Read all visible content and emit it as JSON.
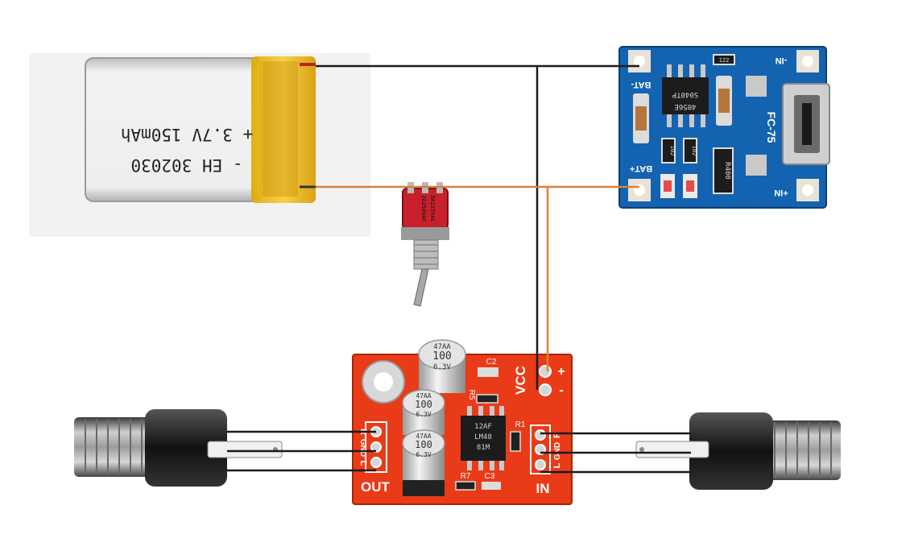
{
  "battery": {
    "line1": "+ 3.7V 150mAh",
    "line2": "- EH 302030"
  },
  "switch": {
    "line1": "2A250VAC",
    "line2": "5A125VAC"
  },
  "charger": {
    "pad_bat_minus": "BAT-",
    "pad_in_minus": "-IN",
    "pad_bat_plus": "BAT+",
    "pad_in_plus": "+IN",
    "model": "FC-75",
    "chip_line1": "S040TP",
    "chip_line2": "4056E",
    "res_top": "122",
    "res_a": "102",
    "res_b": "102",
    "res_c": "R400"
  },
  "amp": {
    "cap_line1": "47AA",
    "cap_line2": "100",
    "cap_line3": "6.3V",
    "vcc": "VCC",
    "plus": "+",
    "minus": "-",
    "c2": "C2",
    "c3": "C3",
    "r1": "R1",
    "r5": "R5",
    "r7": "R7",
    "chip_line1": "12AF",
    "chip_line2": "LM48",
    "chip_line3": "81M",
    "out_label": "OUT",
    "in_label": "IN",
    "out_r": "R",
    "out_gnd": "GND",
    "out_l": "L",
    "in_r": "R",
    "in_gnd": "GND",
    "in_l": "L"
  },
  "wire_colors": {
    "negative": "#1a1a1a",
    "positive": "#d9823b"
  }
}
